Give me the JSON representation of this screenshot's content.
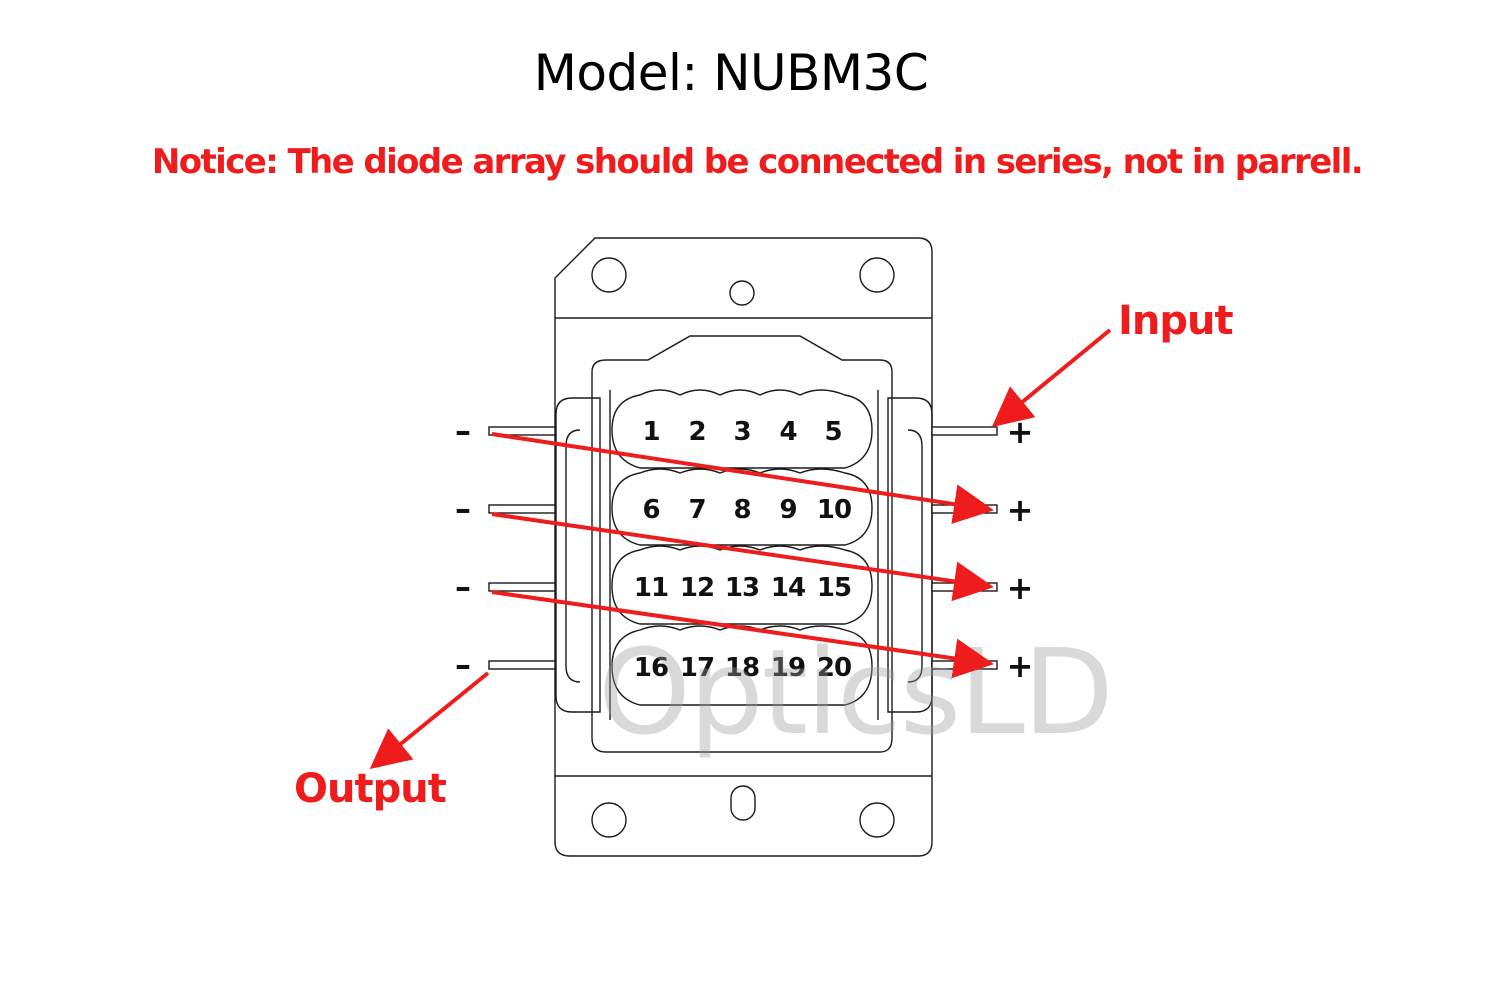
{
  "title": "Model: NUBM3C",
  "notice": "Notice: The diode array should be connected in series, not in parrell.",
  "colors": {
    "accent": "#ee1c1c",
    "outline": "#1a1a1a",
    "watermark": "#9a9a9a"
  },
  "diodes": {
    "row1": [
      "1",
      "2",
      "3",
      "4",
      "5"
    ],
    "row2": [
      "6",
      "7",
      "8",
      "9",
      "10"
    ],
    "row3": [
      "11",
      "12",
      "13",
      "14",
      "15"
    ],
    "row4": [
      "16",
      "17",
      "18",
      "19",
      "20"
    ]
  },
  "terminals": {
    "negative": [
      "–",
      "–",
      "–",
      "–"
    ],
    "positive": [
      "+",
      "+",
      "+",
      "+"
    ]
  },
  "labels": {
    "input": "Input",
    "output": "Output"
  },
  "watermark": "OpticsLD"
}
